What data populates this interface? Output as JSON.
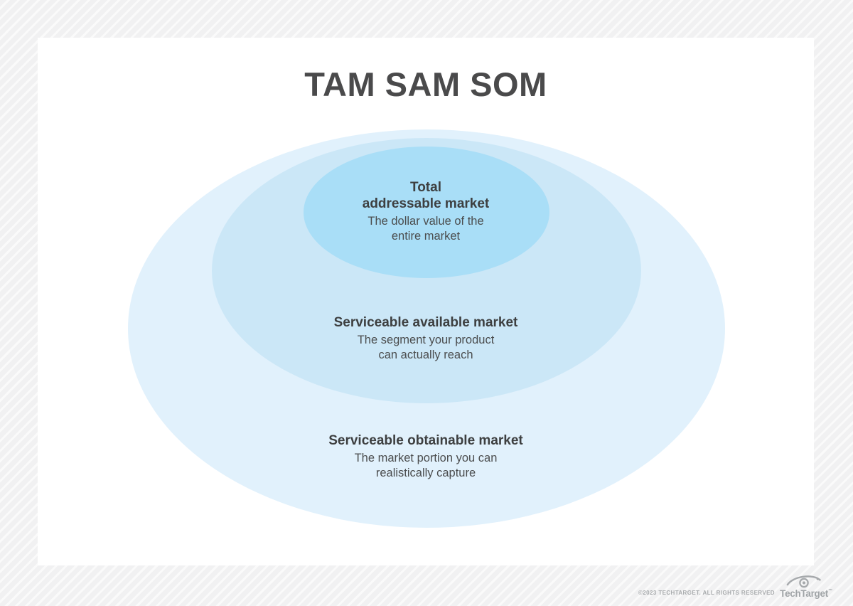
{
  "title": "TAM SAM SOM",
  "diagram": {
    "rings": [
      {
        "id": "tam",
        "heading": "Total\naddressable market",
        "description": "The dollar value of the\nentire market",
        "color": "#a9def7"
      },
      {
        "id": "sam",
        "heading": "Serviceable available market",
        "description": "The segment your product\ncan actually reach",
        "color": "#cbe7f7"
      },
      {
        "id": "som",
        "heading": "Serviceable obtainable market",
        "description": "The market portion you can\nrealistically capture",
        "color": "#e1f1fc"
      }
    ]
  },
  "footer": {
    "copyright": "©2023 TECHTARGET. ALL RIGHTS RESERVED",
    "logo_text": "TechTarget",
    "logo_mark": "™",
    "logo_icon": "eye-target-icon"
  },
  "colors": {
    "title_text": "#4a4a4b",
    "heading_text": "#3d3f40",
    "body_text": "#4b4d4e",
    "card_bg": "#ffffff",
    "stripe_bg": "#f1f1f2",
    "stripe_line": "#fafafa",
    "ring_tam": "#a9def7",
    "ring_sam": "#cbe7f7",
    "ring_som": "#e1f1fc",
    "logo_gray": "#a6a9ac"
  }
}
